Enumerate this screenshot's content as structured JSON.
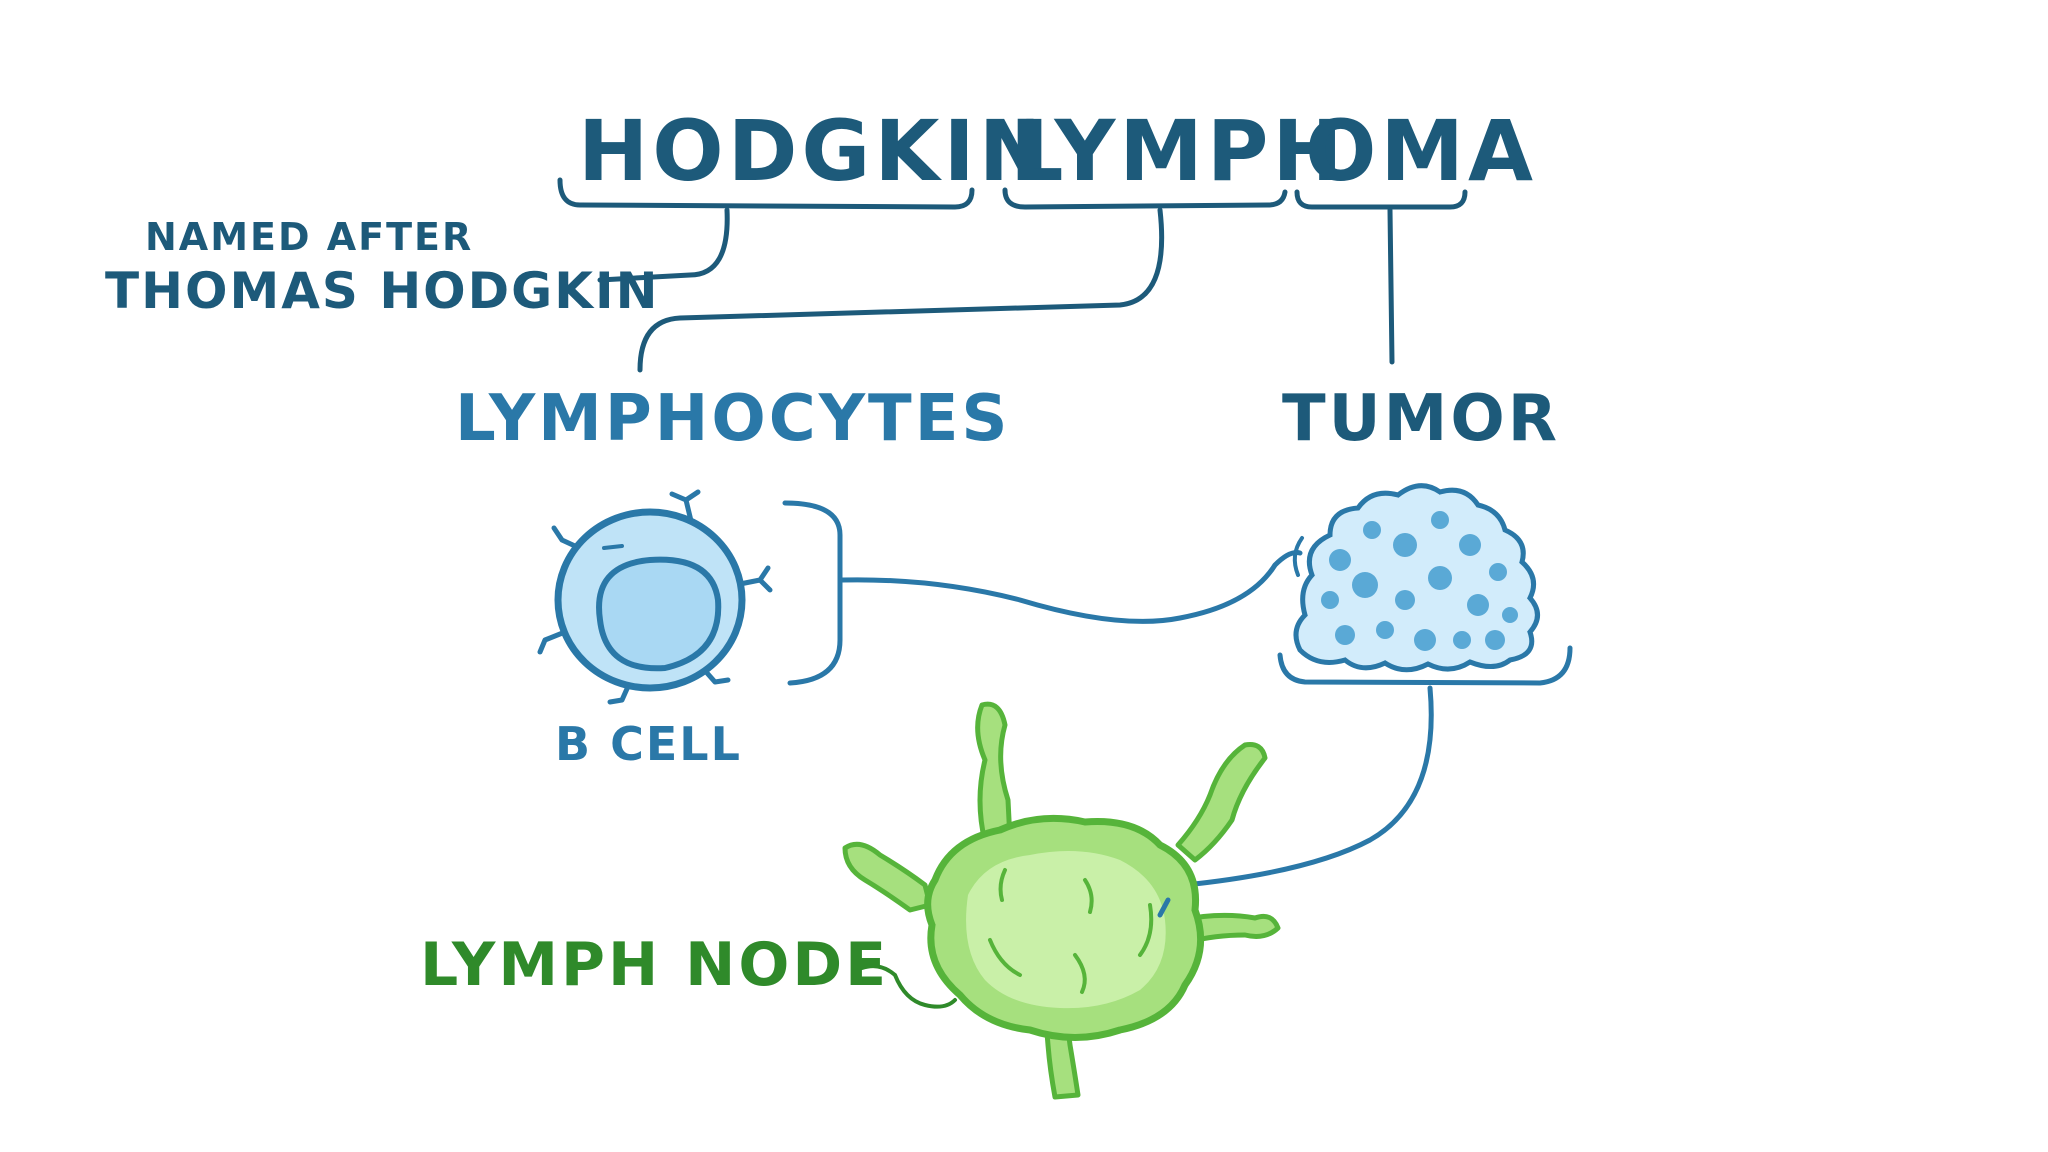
{
  "title": {
    "word1": "HODGKIN",
    "word2": "LYMPH",
    "word3": "OMA"
  },
  "labels": {
    "named_after_line1": "NAMED AFTER",
    "named_after_line2": "THOMAS HODGKIN",
    "lymphocytes": "LYMPHOCYTES",
    "tumor": "TUMOR",
    "b_cell": "B CELL",
    "lymph_node": "LYMPH NODE"
  },
  "colors": {
    "ink_dark": "#1d5a7a",
    "ink_blue": "#2a78a8",
    "cell_fill": "#bfe3f7",
    "cell_inner": "#a9d8f3",
    "tumor_fill": "#d2ecfb",
    "tumor_dots": "#5aa9d6",
    "node_fill": "#a6e07e",
    "node_light": "#cdf2ad",
    "node_stroke": "#56b43a",
    "node_text": "#2f8a2a"
  }
}
